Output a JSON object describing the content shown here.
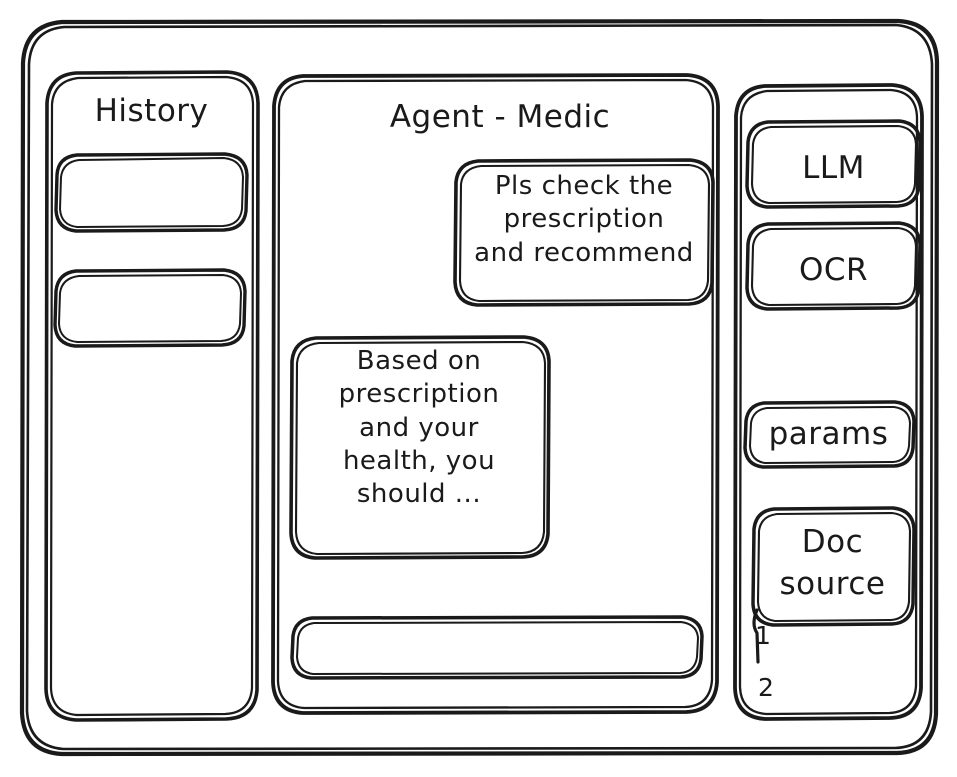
{
  "window": {
    "frame_name": "app-window"
  },
  "sidebar_left": {
    "title": "History",
    "items": [
      {
        "label": "",
        "name": "history-item-1"
      },
      {
        "label": "",
        "name": "history-item-2"
      }
    ]
  },
  "main": {
    "title": "Agent - Medic",
    "messages": [
      {
        "role": "user",
        "text": "Pls check the\nprescription\nand recommend"
      },
      {
        "role": "agent",
        "text": "Based on\nprescription\nand your\nhealth, you\nshould ..."
      }
    ],
    "composer": {
      "value": "",
      "placeholder": ""
    }
  },
  "sidebar_right": {
    "chips": [
      {
        "label": "LLM",
        "name": "llm-chip"
      },
      {
        "label": "OCR",
        "name": "ocr-chip"
      },
      {
        "label": "params",
        "name": "params-chip"
      },
      {
        "label": "Doc\nsource",
        "name": "doc-source-chip"
      }
    ],
    "doc_list": [
      {
        "label": "1"
      },
      {
        "label": "2"
      }
    ]
  },
  "style": {
    "ink": "#1a1a1a",
    "paper": "#ffffff"
  }
}
